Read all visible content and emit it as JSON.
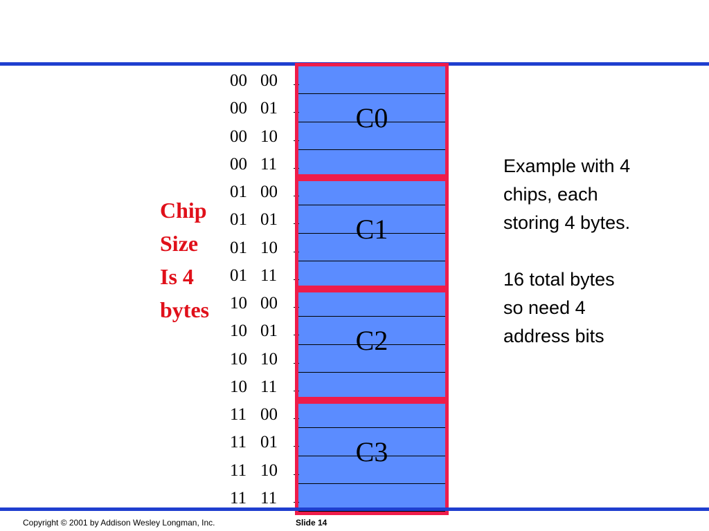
{
  "chip_size_label": [
    "Chip",
    "Size",
    "Is 4",
    "bytes"
  ],
  "addresses": [
    [
      "00",
      "00"
    ],
    [
      "00",
      "01"
    ],
    [
      "00",
      "10"
    ],
    [
      "00",
      "11"
    ],
    [
      "01",
      "00"
    ],
    [
      "01",
      "01"
    ],
    [
      "01",
      "10"
    ],
    [
      "01",
      "11"
    ],
    [
      "10",
      "00"
    ],
    [
      "10",
      "01"
    ],
    [
      "10",
      "10"
    ],
    [
      "10",
      "11"
    ],
    [
      "11",
      "00"
    ],
    [
      "11",
      "01"
    ],
    [
      "11",
      "10"
    ],
    [
      "11",
      "11"
    ]
  ],
  "chips": [
    "C0",
    "C1",
    "C2",
    "C3"
  ],
  "note": {
    "line1": [
      "Example with 4",
      "chips, each",
      "storing 4 bytes."
    ],
    "line2": [
      "16 total bytes",
      "so need 4",
      "address bits"
    ]
  },
  "footer": {
    "copyright": "Copyright © 2001 by Addison Wesley Longman, Inc.",
    "slide": "Slide 14"
  },
  "colors": {
    "rule": "#1f3fcf",
    "cell": "#5b8cff",
    "chip_border": "#ee1c4a",
    "label_red": "#e0101a"
  }
}
